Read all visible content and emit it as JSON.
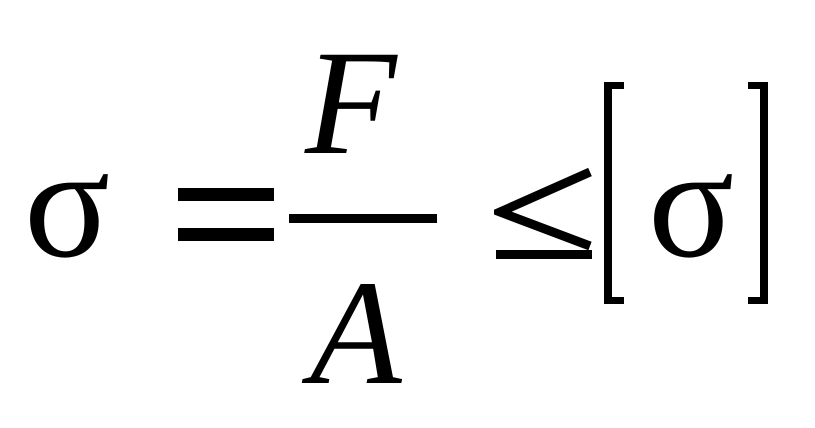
{
  "formula": {
    "lhs_symbol": "σ",
    "equals_sign": "=",
    "numerator": "F",
    "denominator": "A",
    "relation": "≤",
    "rhs_symbol": "σ",
    "rhs_open_bracket": "[",
    "rhs_close_bracket": "]"
  }
}
